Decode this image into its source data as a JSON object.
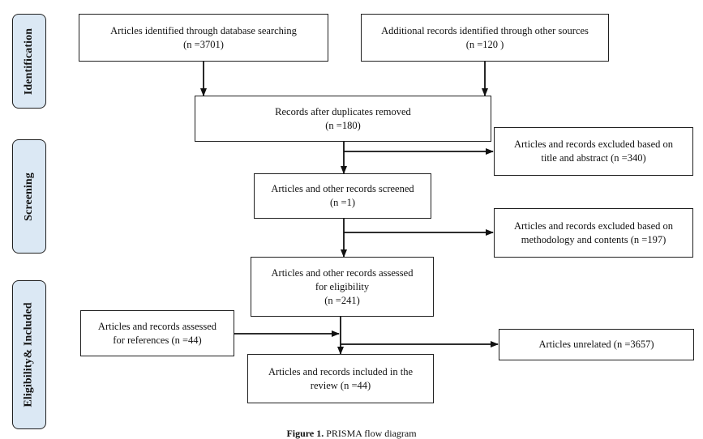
{
  "stages": [
    {
      "label": "Identification"
    },
    {
      "label": "Screening"
    },
    {
      "label": "Eligibility& Included"
    }
  ],
  "boxes": {
    "db_search": {
      "line1": "Articles identified through database searching",
      "line2": "(n =3701)"
    },
    "other_sources": {
      "line1": "Additional records identified through other sources",
      "line2": "(n =120 )"
    },
    "after_duplicates": {
      "line1": "Records after duplicates removed",
      "line2": "(n =180)"
    },
    "excluded_title_abstract": {
      "line1": "Articles and records excluded based on",
      "line2": "title and abstract (n =340)"
    },
    "screened": {
      "line1": "Articles and other records screened",
      "line2": "(n =1)"
    },
    "excluded_methodology": {
      "line1": "Articles and records excluded based on",
      "line2": "methodology and contents (n =197)"
    },
    "assessed_eligibility": {
      "line1": "Articles and other records assessed",
      "line2": "for eligibility",
      "line3": "(n =241)"
    },
    "assessed_references": {
      "line1": "Articles and records assessed",
      "line2": "for references (n =44)"
    },
    "unrelated": {
      "line1": "Articles unrelated (n =3657)"
    },
    "included": {
      "line1": "Articles and records included in the",
      "line2": "review (n =44)"
    }
  },
  "caption": {
    "prefix": "Figure 1.",
    "text": "PRISMA flow diagram"
  }
}
